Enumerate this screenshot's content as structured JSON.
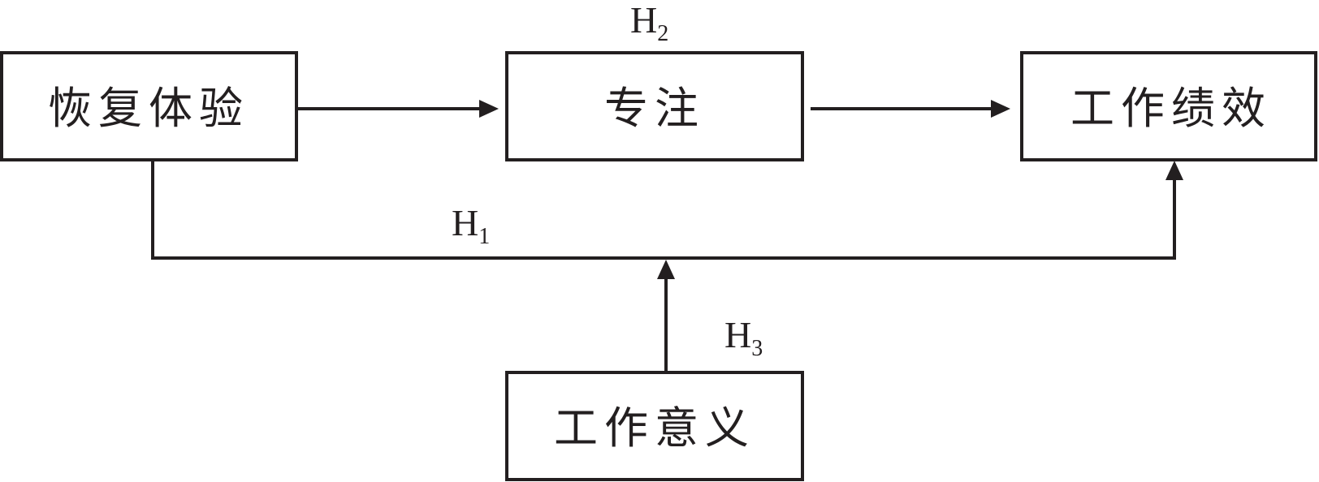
{
  "nodes": {
    "recovery": "恢复体验",
    "focus": "专注",
    "performance": "工作绩效",
    "meaning": "工作意义"
  },
  "hypotheses": {
    "h1": {
      "letter": "H",
      "index": "1"
    },
    "h2": {
      "letter": "H",
      "index": "2"
    },
    "h3": {
      "letter": "H",
      "index": "3"
    }
  },
  "colors": {
    "stroke": "#231f20",
    "background": "#ffffff"
  }
}
